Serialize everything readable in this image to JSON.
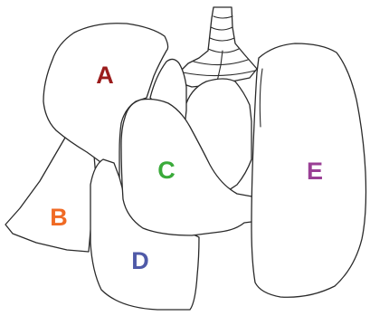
{
  "labels": {
    "a": {
      "text": "A",
      "color": "#9b1c1c"
    },
    "b": {
      "text": "B",
      "color": "#f06a24"
    },
    "c": {
      "text": "C",
      "color": "#3aaa3a"
    },
    "d": {
      "text": "D",
      "color": "#4f5aa8"
    },
    "e": {
      "text": "E",
      "color": "#9a3f95"
    }
  }
}
